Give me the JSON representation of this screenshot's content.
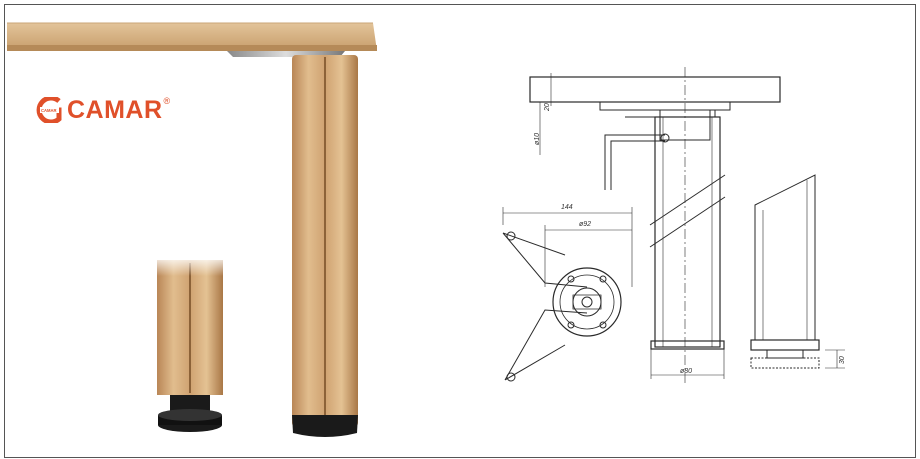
{
  "brand": {
    "name": "CAMAR",
    "registered_mark": "®",
    "badge_text": "CAMAR",
    "color": "#e0502a"
  },
  "drawing": {
    "dimensions": {
      "plate_width": "144",
      "bolt_circle": "ø92",
      "tube_diameter": "ø80",
      "plate_thickness": "20",
      "leveler_height": "30",
      "height_range": "ø10"
    }
  },
  "colors": {
    "wood": "#d9b487",
    "wood_dark": "#b98c5c",
    "line": "#2a2a2a"
  }
}
